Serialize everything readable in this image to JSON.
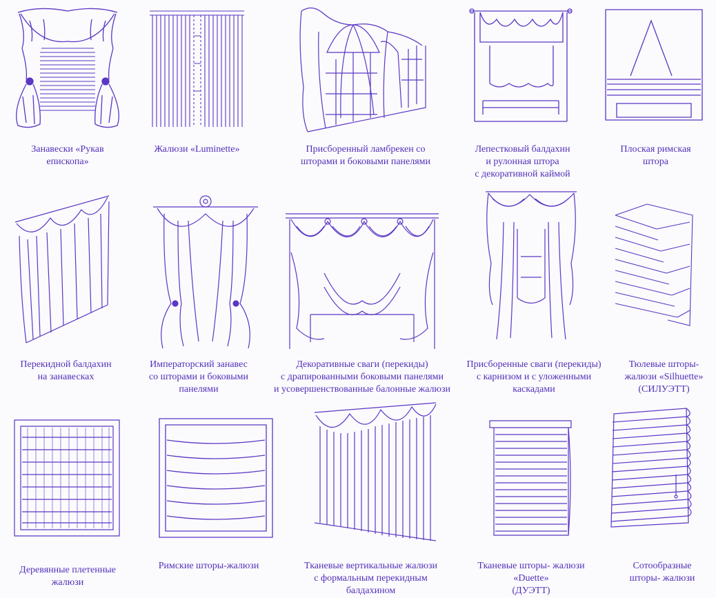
{
  "colors": {
    "ink": "#5a37c4",
    "background": "#fbfafd"
  },
  "items": [
    {
      "id": "bishop-sleeve-curtains",
      "caption": [
        "Занавески «Рукав",
        "епископа»"
      ]
    },
    {
      "id": "luminette-blinds",
      "caption": [
        "Жалюзи «Luminette»"
      ]
    },
    {
      "id": "gathered-lambrequin",
      "caption": [
        "Присборенный ламбрекен со",
        "шторами и боковыми панелями"
      ]
    },
    {
      "id": "petal-canopy-roller",
      "caption": [
        "Лепестковый балдахин",
        "и рулонная штора",
        "с декоративной каймой"
      ]
    },
    {
      "id": "flat-roman-shade",
      "caption": [
        "Плоская римская",
        "штора"
      ]
    },
    {
      "id": "throw-over-canopy",
      "caption": [
        "Перекидной балдахин",
        "на занавесках"
      ]
    },
    {
      "id": "imperial-drape",
      "caption": [
        "Императорский занавес",
        "со шторами и боковыми",
        "панелями"
      ]
    },
    {
      "id": "decorative-swags",
      "caption": [
        "Декоративные сваги (перекиды)",
        "с драпированными боковыми панелями",
        "и усовершенствованные балонные жалюзи"
      ]
    },
    {
      "id": "gathered-swags-cascades",
      "caption": [
        "Присборенные сваги (перекиды)",
        "с карнизом и с уложенными",
        "каскадами"
      ]
    },
    {
      "id": "silhouette-tulle-blinds",
      "caption": [
        "Тюлевые шторы-",
        "жалюзи «Silhuette»",
        "(СИЛУЭТТ)"
      ]
    },
    {
      "id": "woven-wood-blinds",
      "caption": [
        "Деревянные плетенные",
        "жалюзи"
      ]
    },
    {
      "id": "roman-shade-blinds",
      "caption": [
        "Римские шторы-жалюзи"
      ]
    },
    {
      "id": "fabric-vertical-blinds",
      "caption": [
        "Тканевые вертикальные жалюзи",
        "с формальным перекидным",
        "балдахином"
      ]
    },
    {
      "id": "duette-shades",
      "caption": [
        "Тканевые шторы- жалюзи",
        "«Duette»",
        "(ДУЭТТ)"
      ]
    },
    {
      "id": "honeycomb-shades",
      "caption": [
        "Сотообразные",
        "шторы- жалюзи"
      ]
    }
  ]
}
